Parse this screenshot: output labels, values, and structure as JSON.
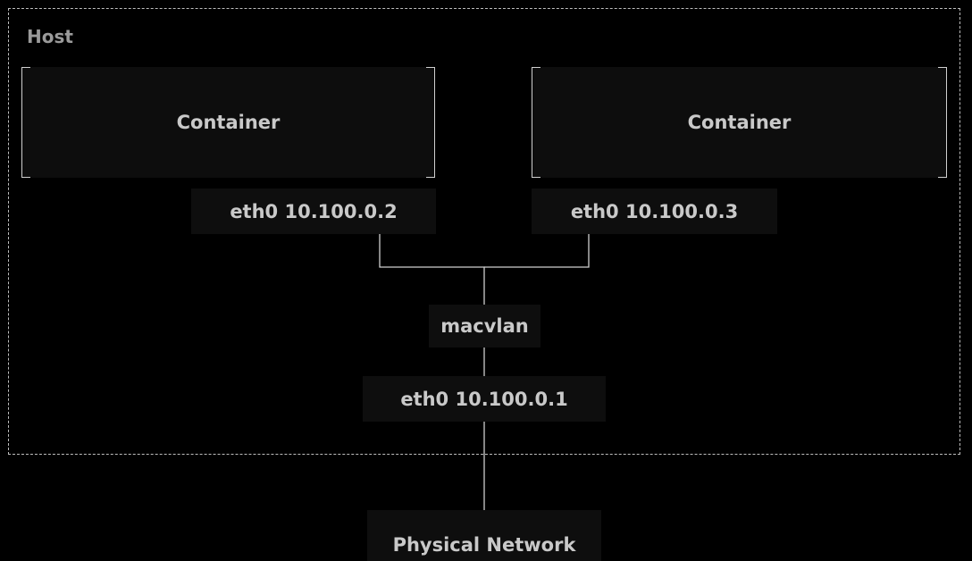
{
  "host": {
    "label": "Host"
  },
  "containers": [
    {
      "label": "Container",
      "interface": "eth0 10.100.0.2"
    },
    {
      "label": "Container",
      "interface": "eth0 10.100.0.3"
    }
  ],
  "bridge": {
    "label": "macvlan"
  },
  "host_interface": {
    "label": "eth0 10.100.0.1"
  },
  "network": {
    "label": "Physical Network"
  },
  "colors": {
    "background": "#000000",
    "box_fill": "#0e0e0e",
    "line": "#cfcfcf",
    "text": "#c9c9c9",
    "host_label": "#9a9a9a"
  }
}
